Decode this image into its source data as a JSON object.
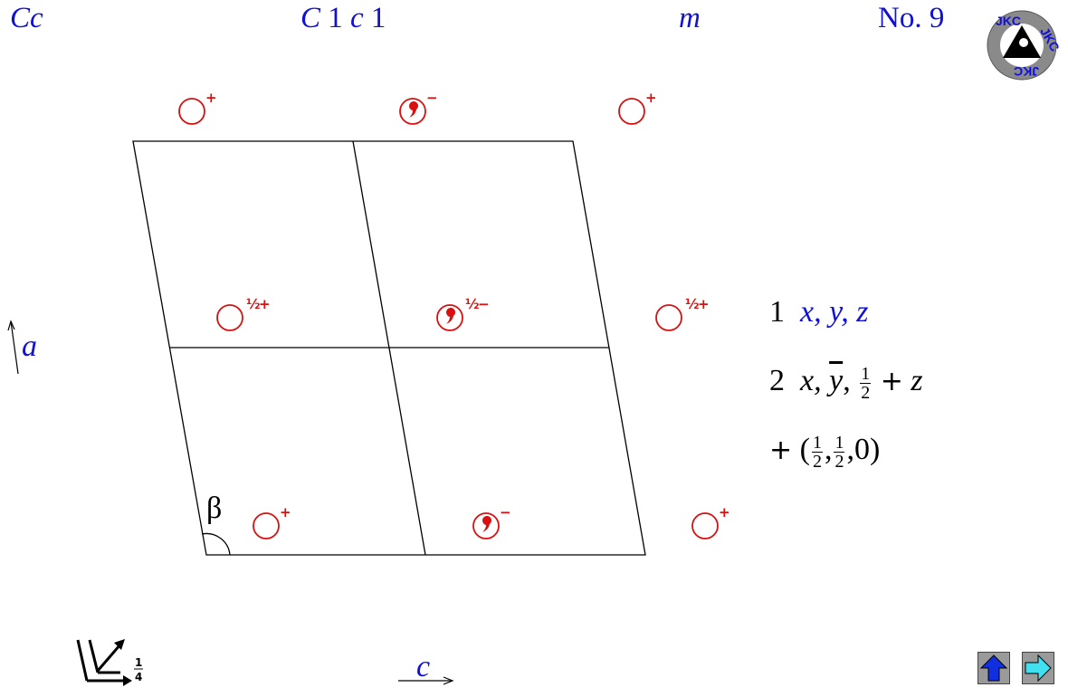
{
  "header": {
    "short_symbol": "Cc",
    "full_symbol_c": "C",
    "full_symbol_one_a": "1",
    "full_symbol_glide": "c",
    "full_symbol_one_b": "1",
    "point_group": "m",
    "number": "No. 9"
  },
  "logo": {
    "text": "JKC"
  },
  "axes": {
    "a_label": "a",
    "c_label": "c",
    "beta_label": "β"
  },
  "depth_key": {
    "fraction_num": "1",
    "fraction_den": "4"
  },
  "positions": {
    "plain_sign": "+",
    "comma_sign": "−",
    "mid_plain_prefix": "½",
    "mid_plain_sign": "+",
    "mid_comma_prefix": "½",
    "mid_comma_sign": "−"
  },
  "operations": {
    "op1_number": "1",
    "op1_coords": "x, y, z",
    "op2_number": "2",
    "op2_x": "x,",
    "op2_y": "y",
    "op2_sep": ",",
    "op2_frac_num": "1",
    "op2_frac_den": "2",
    "op2_plus": "+",
    "op2_z": "z",
    "op3_plus": "+",
    "op3_open": "(",
    "op3_frac1_num": "1",
    "op3_frac1_den": "2",
    "op3_comma1": ",",
    "op3_frac2_num": "1",
    "op3_frac2_den": "2",
    "op3_tail": ",0)"
  },
  "colors": {
    "blue_text": "#1010d8",
    "symbol_red": "#d81010",
    "nav_up": "#1030e0",
    "nav_next": "#40e0f0"
  },
  "navigation": {
    "up_icon": "arrow-up-icon",
    "next_icon": "arrow-right-icon"
  }
}
